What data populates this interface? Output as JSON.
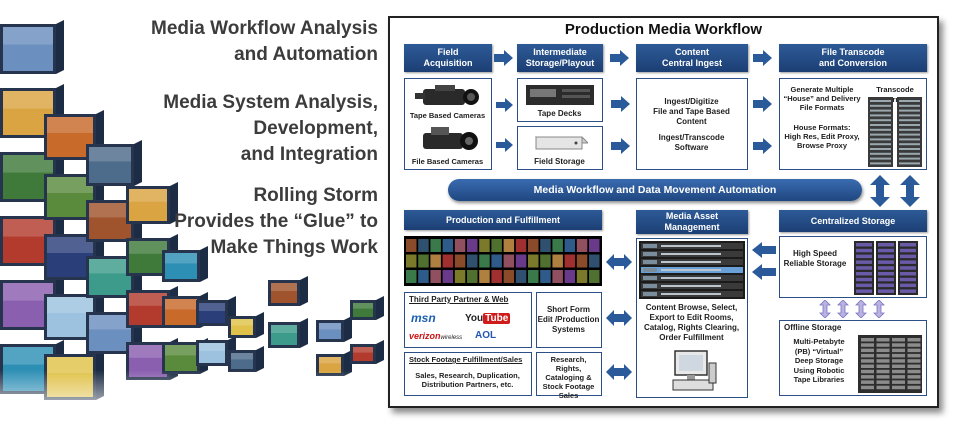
{
  "headlines": {
    "h1": [
      "Media Workflow Analysis",
      "and Automation"
    ],
    "h2": [
      "Media System Analysis,",
      "Development,",
      "and Integration"
    ],
    "h3": [
      "Rolling Storm",
      "Provides the “Glue” to",
      "Make Things Work"
    ]
  },
  "diagram": {
    "title": "Production Media Workflow",
    "stage_headers": {
      "field": [
        "Field",
        "Acquisition"
      ],
      "intermediate": [
        "Intermediate",
        "Storage/Playout"
      ],
      "ingest": [
        "Content",
        "Central Ingest"
      ],
      "transcode": [
        "File Transcode",
        "and Conversion"
      ],
      "production": "Production and Fulfillment",
      "mam": [
        "Media Asset",
        "Management"
      ],
      "central_storage": "Centralized Storage"
    },
    "field": {
      "tape_cameras": "Tape Based Cameras",
      "file_cameras": "File Based Cameras"
    },
    "intermediate": {
      "tape_decks": "Tape Decks",
      "field_storage": "Field Storage"
    },
    "ingest": {
      "line1": [
        "Ingest/Digitize",
        "File and Tape Based",
        "Content"
      ],
      "line2": [
        "Ingest/Transcode",
        "Software"
      ]
    },
    "transcode": {
      "generate": [
        "Generate Multiple",
        "“House” and Delivery",
        "File Formats"
      ],
      "farms": "Transcode Farms",
      "house": [
        "House Formats:",
        "High Res, Edit Proxy,",
        "Browse Proxy"
      ]
    },
    "automation_bar": "Media Workflow and Data Movement Automation",
    "production": {
      "third_party": "Third Party Partner & Web",
      "logos": {
        "msn": "msn",
        "youtube_you": "You",
        "youtube_tube": "Tube",
        "verizon": "verizon",
        "verizon_sub": "wireless",
        "aol": "AOL"
      },
      "short_form": [
        "Short Form",
        "Edit /Production",
        "Systems"
      ],
      "stock_footage": "Stock Footage Fulfillment/Sales",
      "stock_desc": [
        "Sales, Research, Duplication,",
        "Distribution Partners,  etc."
      ],
      "research": [
        "Research, Rights,",
        "Cataloging &",
        "Stock Footage",
        "Sales"
      ]
    },
    "mam": {
      "desc": [
        "Content Browse, Select,",
        "Export to Edit Rooms,",
        "Catalog, Rights Clearing,",
        "Order Fulfillment"
      ]
    },
    "central_storage": {
      "high_speed": [
        "High Speed",
        "Reliable Storage"
      ],
      "offline": "Offline Storage",
      "deep": [
        "Multi-Petabyte",
        "(PB) “Virtual”",
        "Deep Storage",
        "Using Robotic",
        "Tape Libraries"
      ]
    },
    "colors": {
      "navy": "#1f4780",
      "header_blue": "#2d5a97",
      "border": "#2b4f86"
    }
  }
}
